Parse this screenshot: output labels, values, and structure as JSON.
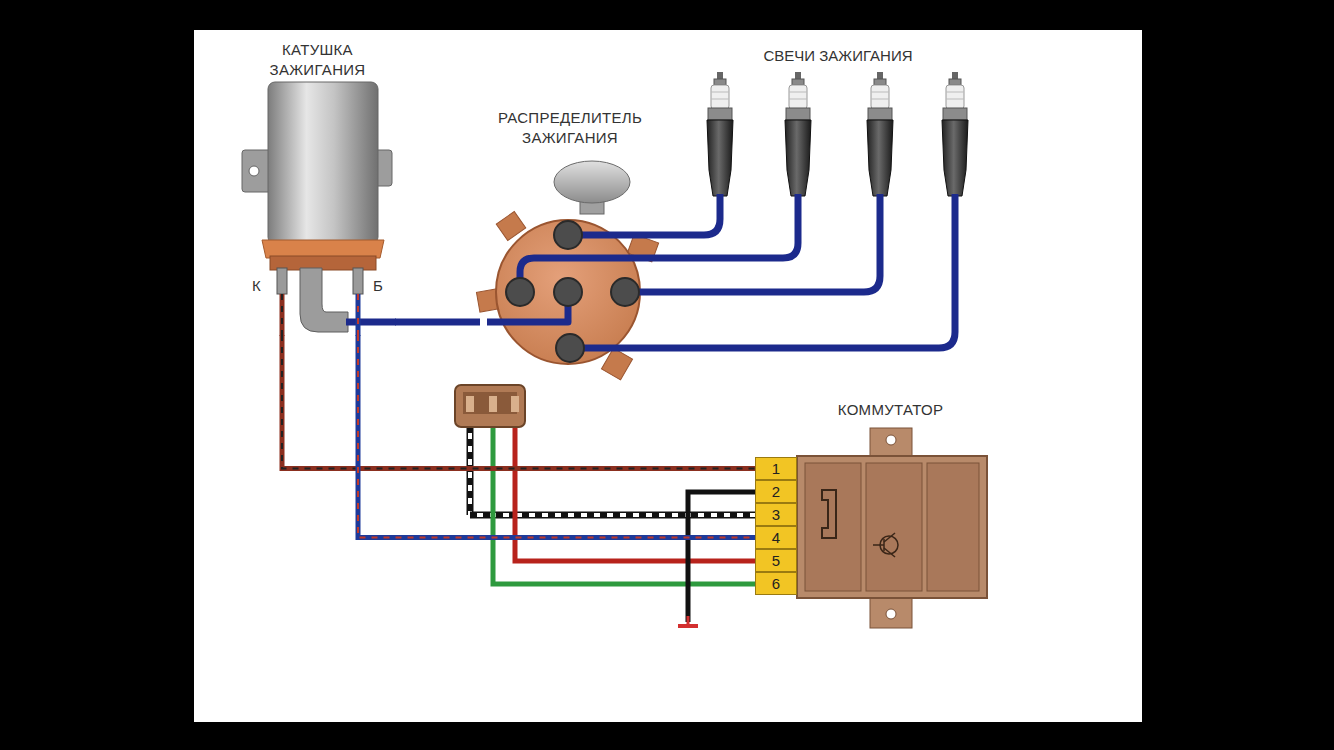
{
  "diagram": {
    "nodes": [
      {
        "text": [
          "КАТУШКА ЗАЖИГАНИЯ"
        ]
      },
      {
        "text": [
          "РАСПРЕДЕЛИТЕЛЬ ЗАЖИГАНИЯ"
        ]
      },
      {
        "text": [
          "КОММУТАТОР"
        ]
      },
      {
        "text": [
          "1"
        ],
        "in": 2
      },
      {
        "text": [
          "2"
        ],
        "in": 2
      },
      {
        "text": [
          "3"
        ],
        "in": 2
      },
      {
        "text": [
          "4"
        ],
        "in": 2
      },
      {
        "text": [
          "5"
        ],
        "in": 2
      },
      {
        "text": [
          "6"
        ],
        "in": 2
      }
    ],
    "edges": [
      {
        "from": 0,
        "to": 3,
        "arrow": "none"
      },
      {
        "from": 0,
        "to": 6,
        "arrow": "none"
      },
      {
        "from": 1,
        "to": 0,
        "arrow": "none"
      }
    ],
    "labels": [
      "СВЕЧИ ЗАЖИГАНИЯ",
      "К",
      "Б"
    ]
  }
}
